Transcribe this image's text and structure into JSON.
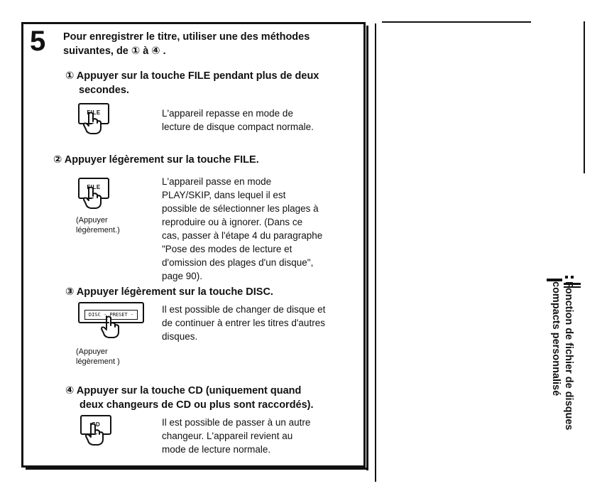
{
  "step": {
    "number": "5",
    "intro_line1": "Pour enregistrer le titre, utiliser une des méthodes",
    "intro_line2": "suivantes, de ① à ④ ."
  },
  "methods": [
    {
      "head_line1": "① Appuyer sur la touche FILE pendant plus de deux",
      "head_line2": "secondes.",
      "key_label": "FILE",
      "desc_lines": [
        "L'appareil repasse en mode de",
        "lecture de disque compact normale."
      ]
    },
    {
      "head_line1": "② Appuyer légèrement sur la touche FILE.",
      "key_label": "FILE",
      "caption_line1": "(Appuyer",
      "caption_line2": "légèrement.)",
      "desc_lines": [
        "L'appareil passe en mode",
        "PLAY/SKIP, dans lequel il est",
        "possible de sélectionner les plages à",
        "reproduire ou à ignorer. (Dans ce",
        "cas, passer à l'étape 4 du paragraphe",
        "\"Pose des modes de lecture et",
        "d'omission des plages d'un disque\",",
        "page 90)."
      ]
    },
    {
      "head_line1": "③ Appuyer légèrement sur la touche DISC.",
      "key_label": "DISC",
      "display_text": "- PRESET -",
      "caption_line1": "(Appuyer",
      "caption_line2": "légèrement )",
      "desc_lines": [
        "Il est possible de changer de disque et",
        "de continuer à entrer les titres d'autres",
        "disques."
      ]
    },
    {
      "head_line1": "④ Appuyer sur la touche CD (uniquement quand",
      "head_line2": "deux changeurs de CD ou plus sont raccordés).",
      "key_label": "CD",
      "desc_lines": [
        "Il est possible de passer à un autre",
        "changeur. L'appareil revient au",
        "mode de lecture normale."
      ]
    }
  ],
  "sidebar": {
    "title_line1": "Fonction de fichier de disques",
    "title_line2": "compacts personnalisé"
  }
}
